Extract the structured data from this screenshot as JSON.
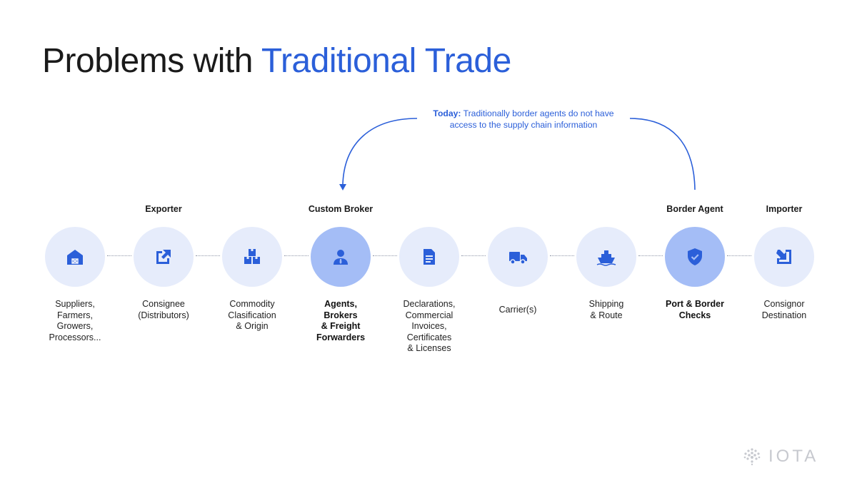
{
  "title": {
    "prefix": "Problems with ",
    "highlight": "Traditional Trade"
  },
  "note": {
    "lead": "Today:",
    "text": " Traditionally border agents do not have access to the supply chain information"
  },
  "roles": [
    "Exporter",
    "Custom Broker",
    "Border Agent",
    "Importer"
  ],
  "steps": [
    {
      "label": "Suppliers,\nFarmers,\nGrowers,\nProcessors...",
      "icon": "barn-icon"
    },
    {
      "label": "Consignee\n(Distributors)",
      "icon": "export-arrow-icon"
    },
    {
      "label": "Commodity\nClasification\n& Origin",
      "icon": "boxes-icon"
    },
    {
      "label": "Agents,\nBrokers\n& Freight\nForwarders",
      "icon": "person-icon"
    },
    {
      "label": "Declarations,\nCommercial\nInvoices,\nCertificates\n& Licenses",
      "icon": "document-icon"
    },
    {
      "label": "Carrier(s)",
      "icon": "truck-icon"
    },
    {
      "label": "Shipping\n& Route",
      "icon": "ship-icon"
    },
    {
      "label": "Port & Border\nChecks",
      "icon": "shield-check-icon"
    },
    {
      "label": "Consignor\nDestination",
      "icon": "import-arrow-icon"
    }
  ],
  "colors": {
    "accent": "#2b5fd9",
    "node": "#e6ecfb",
    "node_active": "#a4bdf6"
  },
  "logo": {
    "text": "IOTA"
  }
}
